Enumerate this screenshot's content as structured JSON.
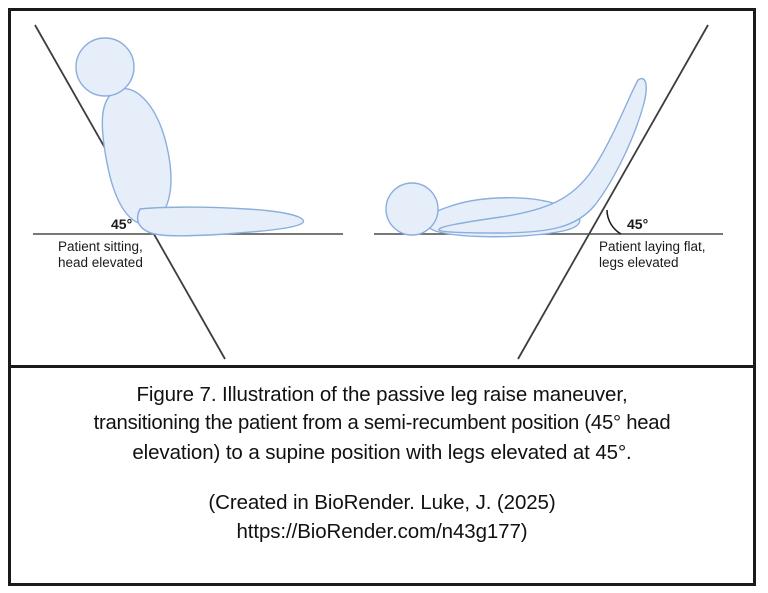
{
  "figure": {
    "illustration": {
      "left_scene": {
        "name": "patient-sitting-scene",
        "angle_label": "45°",
        "caption_line1": "Patient sitting,",
        "caption_line2": "head elevated"
      },
      "right_scene": {
        "name": "patient-supine-scene",
        "angle_label": "45°",
        "caption_line1": "Patient laying flat,",
        "caption_line2": "legs elevated"
      },
      "colors": {
        "body_fill": "#e6eefa",
        "body_stroke": "#8aaedd",
        "line_stroke": "#3d3d3d",
        "ground_stroke": "#4a4a4a",
        "frame": "#1a1a1a",
        "text": "#111111",
        "background": "#ffffff"
      }
    },
    "caption": {
      "line1": "Figure 7. Illustration of the passive leg raise maneuver,",
      "line2": "transitioning the patient from a semi-recumbent position (45° head",
      "line3": "elevation) to a supine position with legs elevated at 45°."
    },
    "attribution": {
      "line1": "(Created in BioRender. Luke, J. (2025)",
      "line2": "https://BioRender.com/n43g177)"
    }
  }
}
